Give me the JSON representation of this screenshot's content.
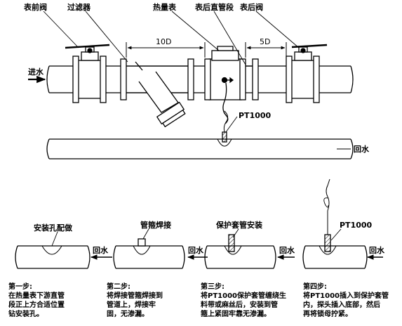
{
  "top": {
    "labels": {
      "front_valve": "表前阀",
      "filter": "过滤器",
      "heat_meter": "热量表",
      "straight_pipe": "表后直管段",
      "rear_valve": "表后阀",
      "sensor": "PT1000"
    },
    "dimensions": {
      "upstream": "10D",
      "downstream": "5D"
    },
    "flow": {
      "inlet": "进水",
      "return": "回水"
    }
  },
  "bottom": {
    "return_label": "回水",
    "sensor": "PT1000",
    "panels": [
      {
        "callout": "安装孔配做",
        "title": "第一步:",
        "lines": [
          "在热量表下游直管",
          "段正上方合适位置",
          "钻安装孔。"
        ]
      },
      {
        "callout": "管箍焊接",
        "title": "第二步:",
        "lines": [
          "将焊接管箍焊接到",
          "管道上，焊接牢",
          "固，无渗漏。"
        ]
      },
      {
        "callout": "保护套管安装",
        "title": "第三步:",
        "lines": [
          "将PT1000保护套管缠绕生",
          "料带或麻丝后，安装到管",
          "箍上紧固牢靠无渗漏。"
        ]
      },
      {
        "callout": "",
        "title": "第四步:",
        "lines": [
          "将PT1000插入到保护套管",
          "内，探头插入底部，然后",
          "再将锁母拧紧。"
        ]
      }
    ]
  }
}
